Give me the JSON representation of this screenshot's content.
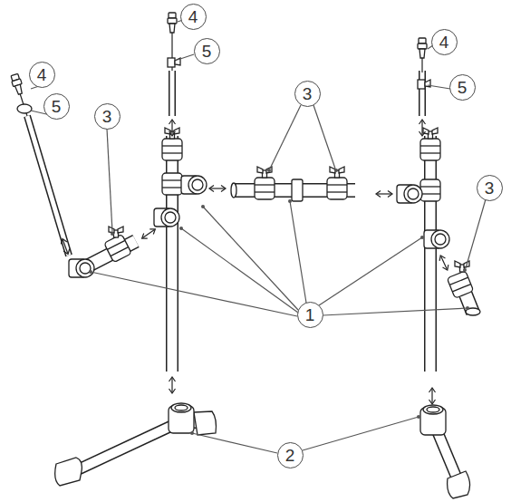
{
  "diagram": {
    "nodes": [
      {
        "text": [
          "4"
        ]
      },
      {
        "text": [
          "4"
        ]
      },
      {
        "text": [
          "5"
        ]
      },
      {
        "text": [
          "4"
        ]
      },
      {
        "text": [
          "5"
        ]
      },
      {
        "text": [
          "3"
        ]
      },
      {
        "text": [
          "5"
        ]
      },
      {
        "text": [
          "3"
        ]
      },
      {
        "text": [
          "3"
        ]
      },
      {
        "text": [
          "1"
        ]
      },
      {
        "text": [
          "2"
        ]
      }
    ]
  }
}
